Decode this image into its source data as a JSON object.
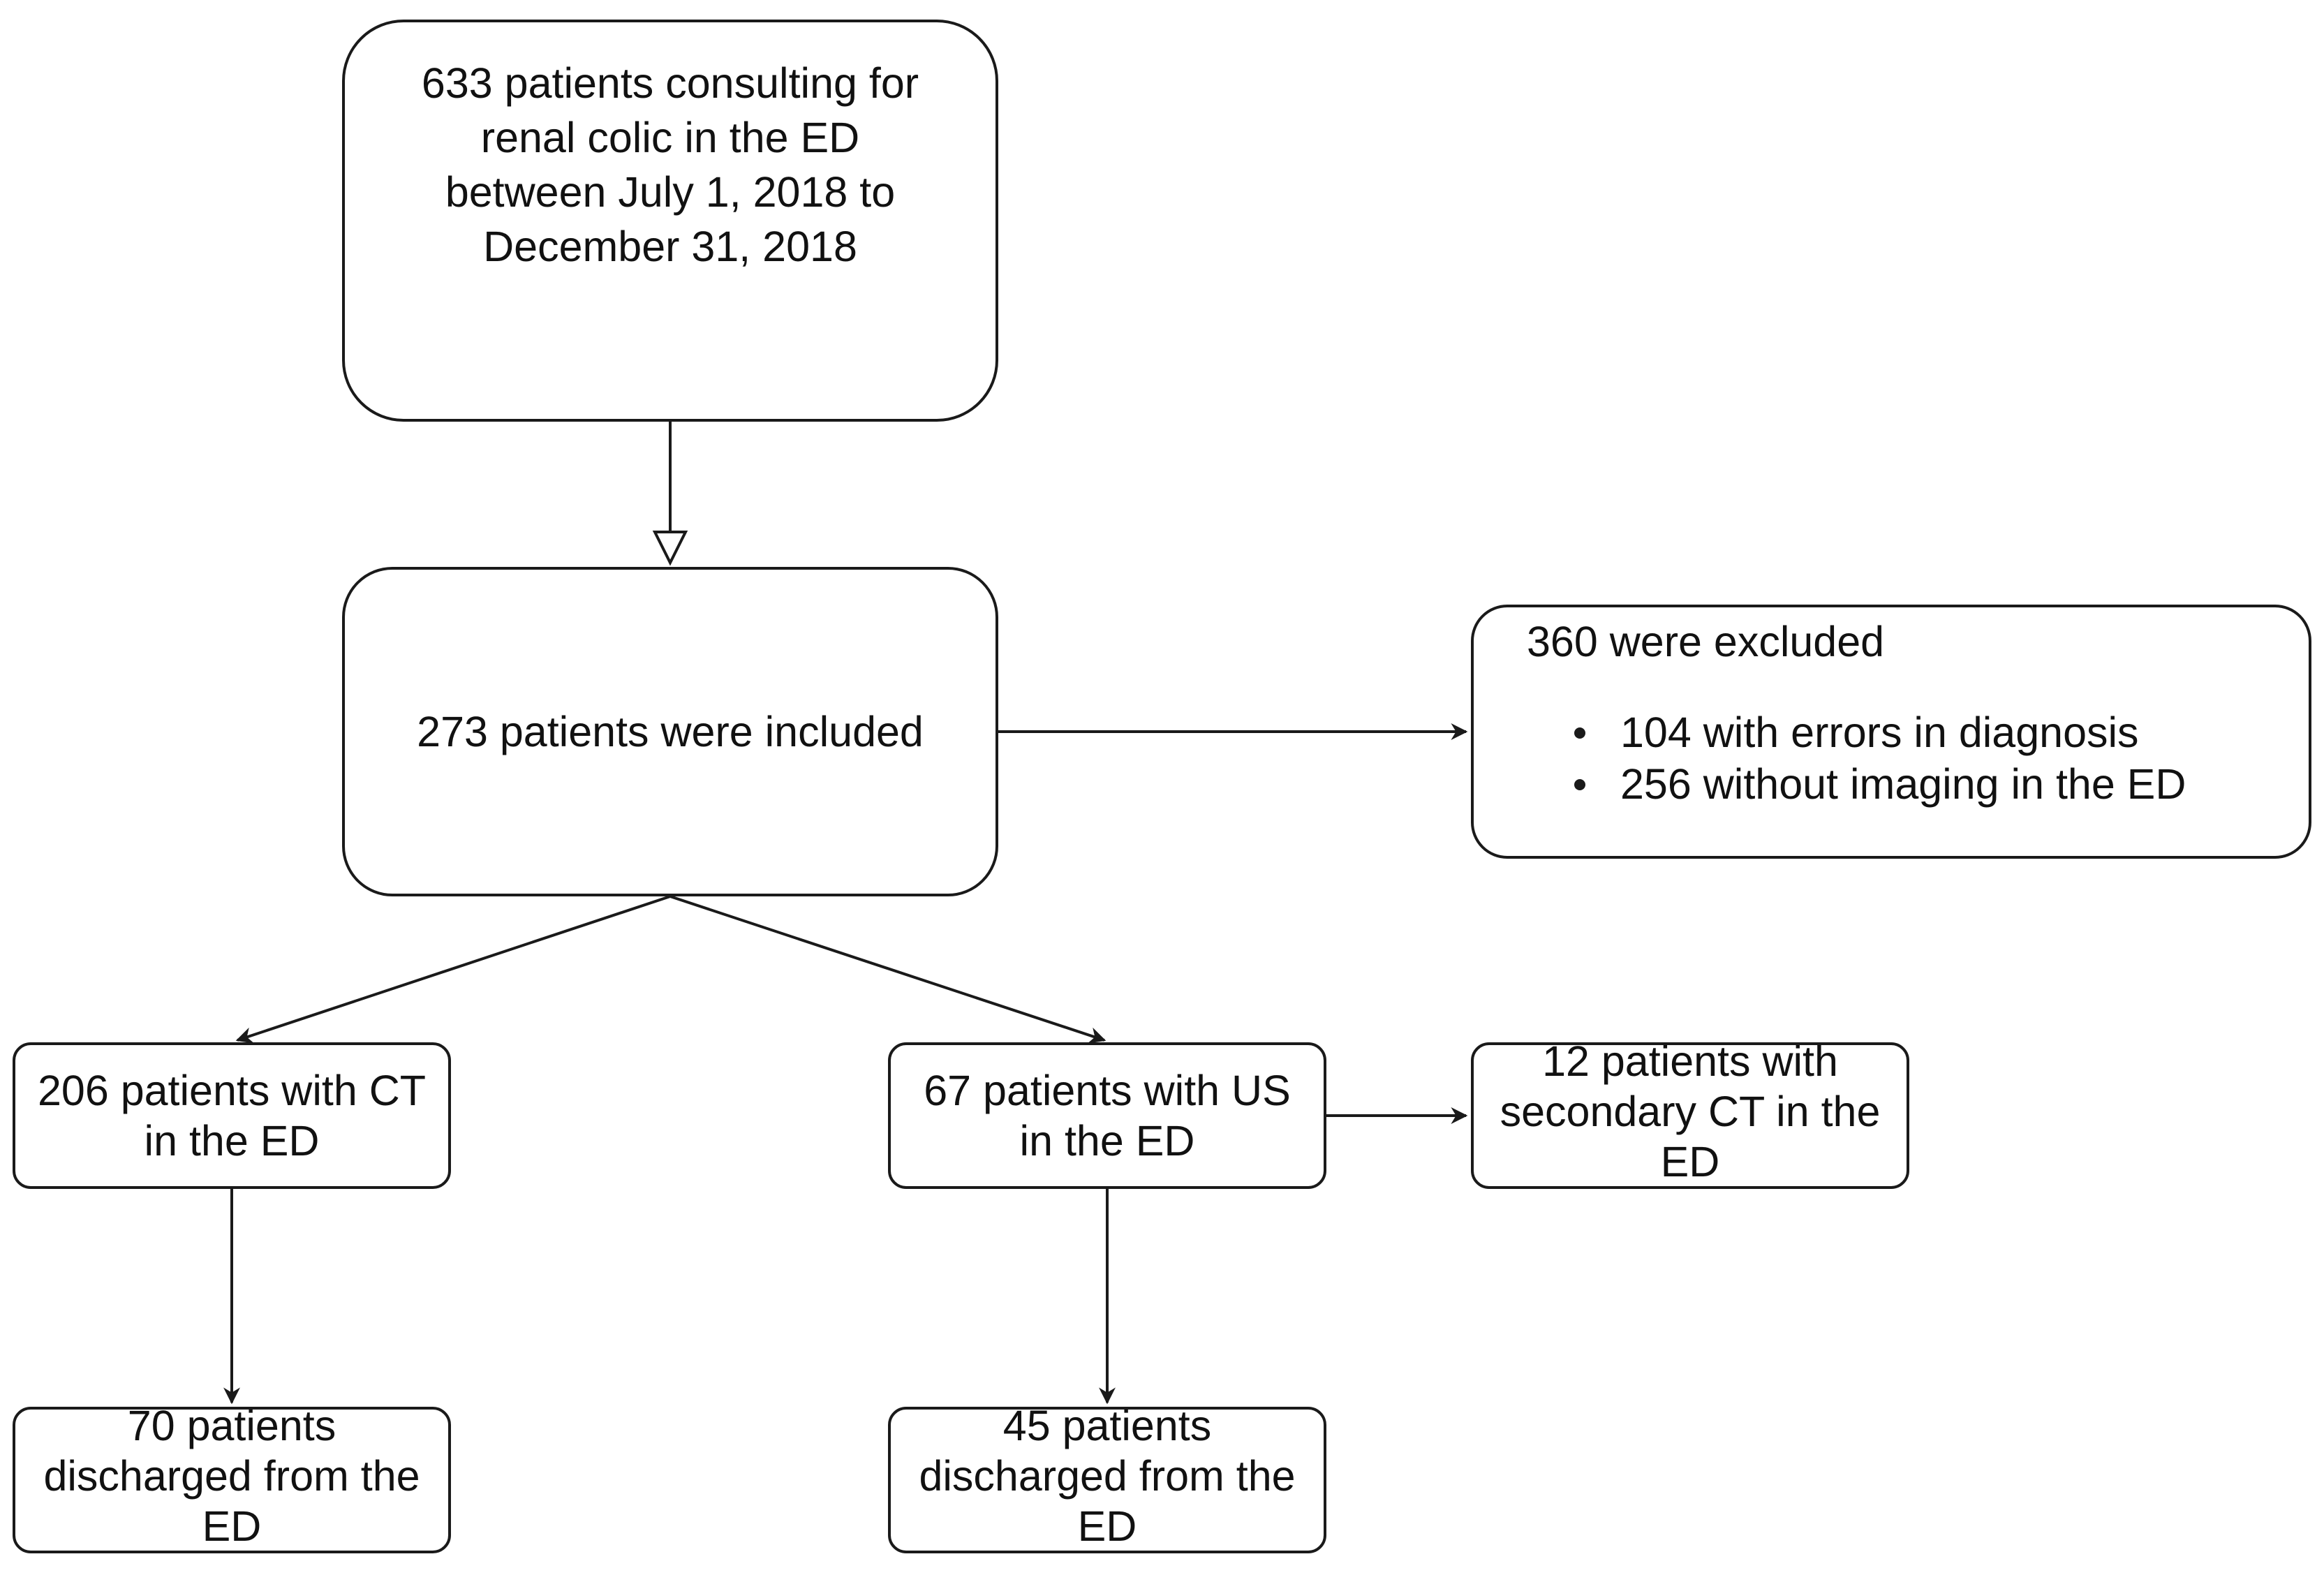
{
  "nodes": {
    "start": "633 patients consulting for\nrenal colic in the ED\nbetween July 1, 2018 to\nDecember 31, 2018",
    "included": "273 patients were included",
    "excluded": {
      "title": "360 were excluded",
      "items": [
        "104 with errors in diagnosis",
        "256 without imaging in the ED"
      ]
    },
    "ct": "206 patients with CT\nin the ED",
    "us": "67 patients with US\nin the ED",
    "secondary_ct": "12 patients with\nsecondary CT in the\nED",
    "discharged_ct": "70 patients\ndischarged from the\nED",
    "discharged_us": "45 patients\ndischarged from the\nED"
  },
  "colors": {
    "stroke": "#1a1a1a",
    "background": "#ffffff"
  }
}
